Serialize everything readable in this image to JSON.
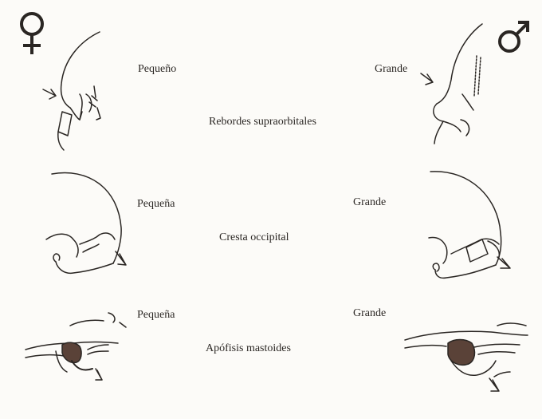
{
  "symbols": {
    "female": "female-symbol-icon",
    "male": "male-symbol-icon"
  },
  "rows": [
    {
      "trait": "Rebordes supraorbitales",
      "female_label": "Pequeño",
      "male_label": "Grande"
    },
    {
      "trait": "Cresta occipital",
      "female_label": "Pequeña",
      "male_label": "Grande"
    },
    {
      "trait": "Apófisis mastoides",
      "female_label": "Pequeña",
      "male_label": "Grande"
    }
  ],
  "colors": {
    "ink": "#2a2623",
    "background": "#fcfbf8",
    "shade": "#5a4238"
  }
}
